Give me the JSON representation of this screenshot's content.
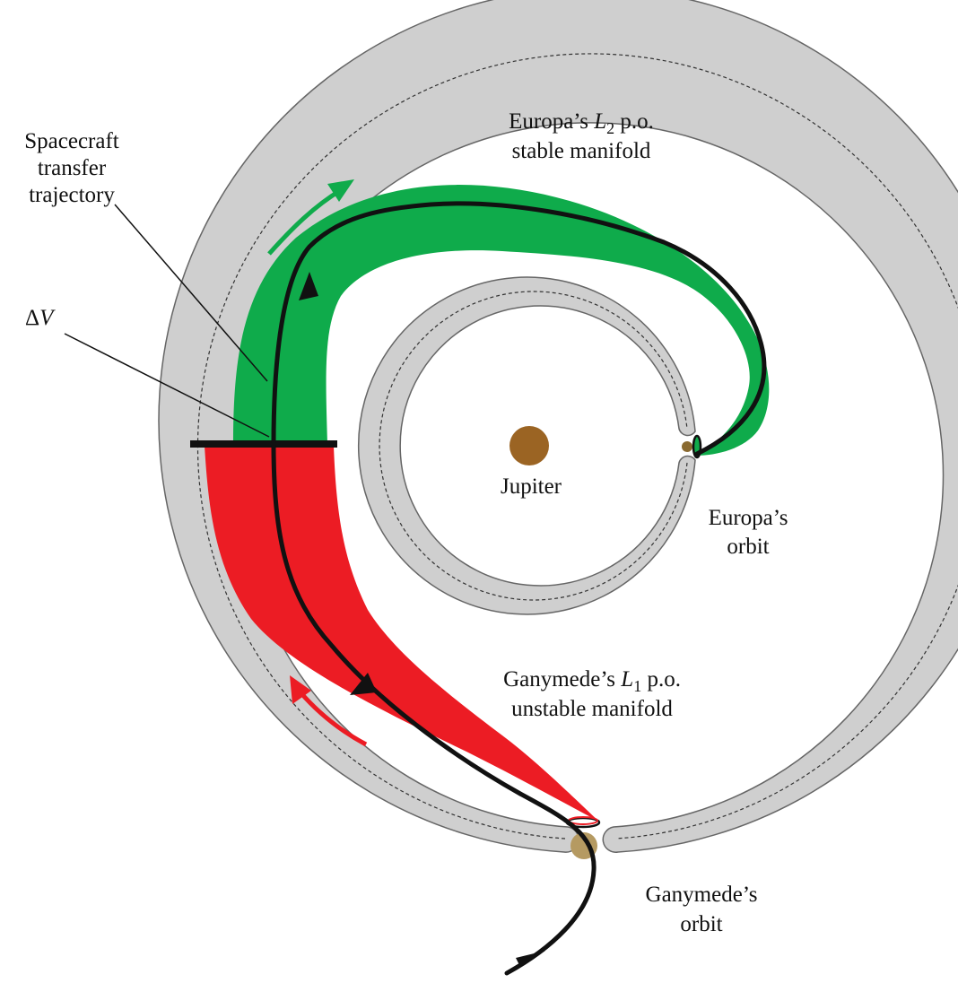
{
  "colors": {
    "orbit_band": "#cfcfcf",
    "orbit_band_stroke": "#666666",
    "stable_manifold": "#0fab4b",
    "unstable_manifold": "#ec1c24",
    "trajectory": "#111111",
    "jupiter": "#9b6423",
    "ganymede": "#b59a62",
    "europa": "#8a6a30"
  },
  "labels": {
    "spacecraft_line1": "Spacecraft",
    "spacecraft_line2": "transfer",
    "spacecraft_line3": "trajectory",
    "delta": "Δ",
    "delta_v": "V",
    "stable_line1_prefix": "Europa’s ",
    "stable_line1_L": "L",
    "stable_line1_sub": "2",
    "stable_line1_suffix": " p.o.",
    "stable_line2": "stable manifold",
    "jupiter": "Jupiter",
    "europa_orbit_line1": "Europa’s",
    "europa_orbit_line2": "orbit",
    "unstable_line1_prefix": "Ganymede’s ",
    "unstable_line1_L": "L",
    "unstable_line1_sub": "1",
    "unstable_line1_suffix": " p.o.",
    "unstable_line2": "unstable manifold",
    "ganymede_orbit_line1": "Ganymede’s",
    "ganymede_orbit_line2": "orbit"
  }
}
